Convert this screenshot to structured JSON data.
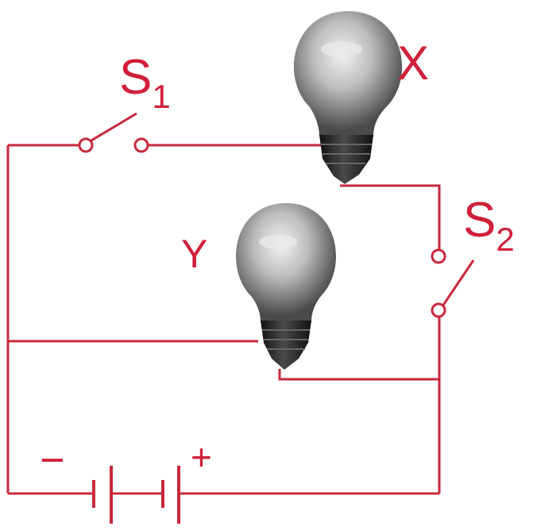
{
  "colors": {
    "wire": "#c8283c",
    "label": "#d0203a",
    "bulb_glass": "#9a9a9a",
    "bulb_base": "#1e1e1e"
  },
  "labels": {
    "switch_1": {
      "letter": "S",
      "subscript": "1"
    },
    "switch_2": {
      "letter": "S",
      "subscript": "2"
    },
    "bulb_x": "X",
    "bulb_y": "Y",
    "battery_negative": "−",
    "battery_positive": "+"
  },
  "components": {
    "bulbs": [
      "X",
      "Y"
    ],
    "switches": [
      "S1",
      "S2"
    ],
    "battery_cells": 2
  }
}
